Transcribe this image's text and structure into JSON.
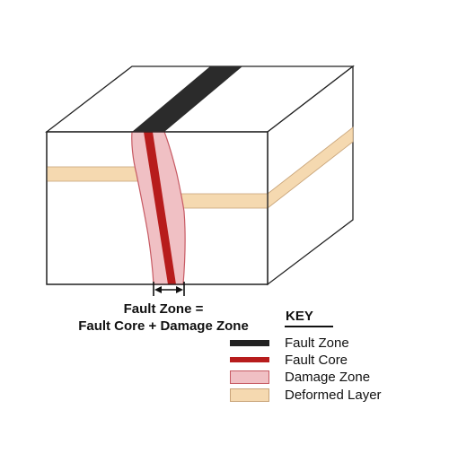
{
  "diagram": {
    "caption_line1": "Fault Zone =",
    "caption_line2": "Fault Core + Damage Zone",
    "key": {
      "title": "KEY",
      "items": [
        {
          "label": "Fault Zone",
          "color": "#222222"
        },
        {
          "label": "Fault Core",
          "color": "#b71c1c"
        },
        {
          "label": "Damage Zone",
          "color": "#f0c0c4",
          "stroke": "#c75a63"
        },
        {
          "label": "Deformed Layer",
          "color": "#f5d9b0",
          "stroke": "#c9a57a"
        }
      ]
    },
    "colors": {
      "outline": "#222222",
      "block_fill": "#ffffff",
      "fault_zone": "#2b2b2b",
      "fault_core": "#b71c1c",
      "damage_zone": "#f0c0c4",
      "damage_zone_edge": "#c75a63",
      "deformed_layer": "#f5d9b0"
    }
  }
}
